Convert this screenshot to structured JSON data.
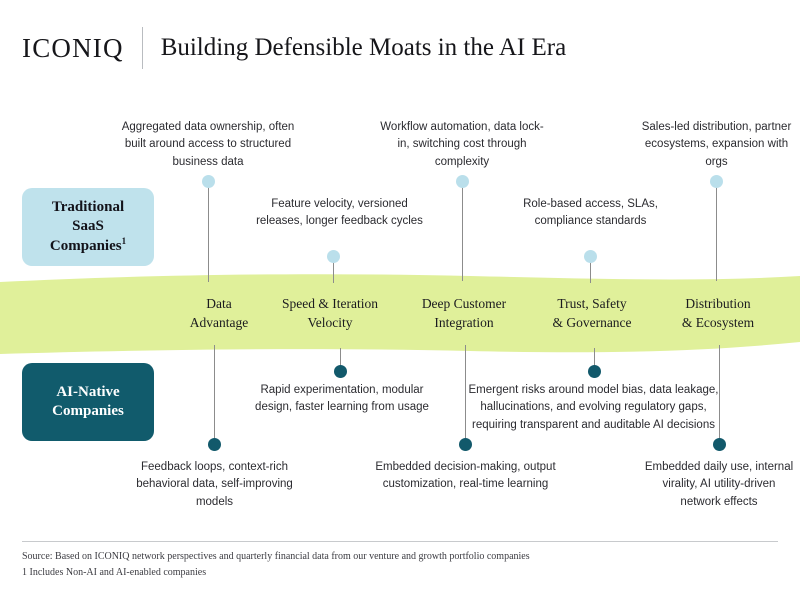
{
  "header": {
    "brand": "ICONIQ",
    "title": "Building Defensible Moats in the AI Era"
  },
  "side_labels": {
    "traditional": "Traditional SaaS Companies",
    "traditional_line1": "Traditional",
    "traditional_line2": "SaaS",
    "traditional_line3": "Companies",
    "traditional_footnote_marker": "1",
    "native_line1": "AI-Native",
    "native_line2": "Companies"
  },
  "band": {
    "color": "#e0f09a",
    "categories": [
      {
        "line1": "Data",
        "line2": "Advantage"
      },
      {
        "line1": "Speed & Iteration",
        "line2": "Velocity"
      },
      {
        "line1": "Deep Customer",
        "line2": "Integration"
      },
      {
        "line1": "Trust, Safety",
        "line2": "& Governance"
      },
      {
        "line1": "Distribution",
        "line2": "& Ecosystem"
      }
    ]
  },
  "top_annotations": [
    {
      "text": "Aggregated data ownership, often built around access to structured business data"
    },
    {
      "text": "Feature velocity, versioned releases, longer feedback cycles"
    },
    {
      "text": "Workflow automation, data lock-in, switching cost through complexity"
    },
    {
      "text": "Role-based access, SLAs, compliance standards"
    },
    {
      "text": "Sales-led distribution, partner ecosystems, expansion with orgs"
    }
  ],
  "bottom_annotations": [
    {
      "text": "Feedback loops, context-rich behavioral data, self-improving models"
    },
    {
      "text": "Rapid experimentation, modular design, faster learning from usage"
    },
    {
      "text": "Embedded decision-making, output customization, real-time learning"
    },
    {
      "text": "Emergent risks around model bias, data leakage, hallucinations, and evolving regulatory gaps, requiring transparent and auditable AI decisions"
    },
    {
      "text": "Embedded daily use, internal virality, AI utility-driven network effects"
    }
  ],
  "footer": {
    "line1": "Source: Based on ICONIQ network perspectives and quarterly financial data from our venture and growth portfolio companies",
    "line2": "1 Includes Non-AI and AI-enabled companies"
  },
  "colors": {
    "band_green": "#e0f09a",
    "traditional_blue": "#bfe2ec",
    "native_teal": "#115b6c",
    "dot_top": "#badfeb",
    "dot_bottom": "#12596b",
    "pin_line": "#8c8c8c"
  }
}
